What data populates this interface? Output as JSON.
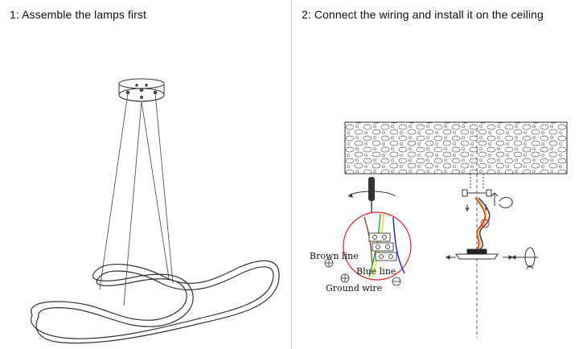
{
  "steps": [
    {
      "title": "1: Assemble the lamps first"
    },
    {
      "title": "2: Connect the wiring and install it on the ceiling"
    }
  ],
  "labels": {
    "brown": "Brown line",
    "blue": "Blue line",
    "ground": "Ground wire"
  },
  "colors": {
    "brown": "#8b5a2b",
    "blue": "#1a2ee0",
    "green": "#22b04a",
    "yellow": "#f2e000",
    "red": "#e02020"
  }
}
